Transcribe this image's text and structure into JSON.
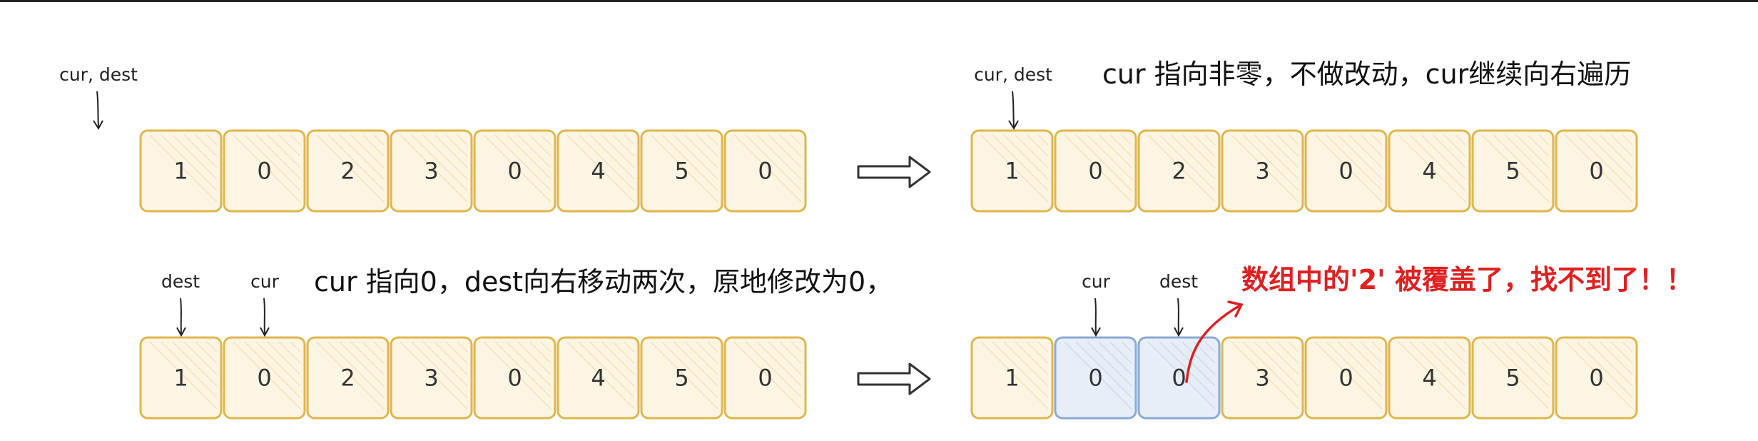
{
  "panels": [
    {
      "id": "p1",
      "cells": [
        "1",
        "0",
        "2",
        "3",
        "0",
        "4",
        "5",
        "0"
      ],
      "highlight": [],
      "pointers": [
        {
          "label": "cur, dest",
          "cell": -1
        }
      ],
      "note": ""
    },
    {
      "id": "p2",
      "cells": [
        "1",
        "0",
        "2",
        "3",
        "0",
        "4",
        "5",
        "0"
      ],
      "highlight": [],
      "pointers": [
        {
          "label": "cur, dest",
          "cell": 0
        }
      ],
      "note": "cur 指向非零，不做改动，cur继续向右遍历"
    },
    {
      "id": "p3",
      "cells": [
        "1",
        "0",
        "2",
        "3",
        "0",
        "4",
        "5",
        "0"
      ],
      "highlight": [],
      "pointers": [
        {
          "label": "dest",
          "cell": 0
        },
        {
          "label": "cur",
          "cell": 1
        }
      ],
      "note": "cur 指向0，dest向右移动两次，原地修改为0，"
    },
    {
      "id": "p4",
      "cells": [
        "1",
        "0",
        "0",
        "3",
        "0",
        "4",
        "5",
        "0"
      ],
      "highlight": [
        1,
        2
      ],
      "pointers": [
        {
          "label": "cur",
          "cell": 1
        },
        {
          "label": "dest",
          "cell": 2
        }
      ],
      "note": ""
    }
  ],
  "warning": "数组中的'2' 被覆盖了，找不到了！！",
  "colors": {
    "cell_border": "#e0b54a",
    "cell_fill": "#fdf5e3",
    "highlight_border": "#8aa9d6",
    "highlight_fill": "#e7eef8",
    "warning": "#e02020",
    "text": "#333333"
  }
}
